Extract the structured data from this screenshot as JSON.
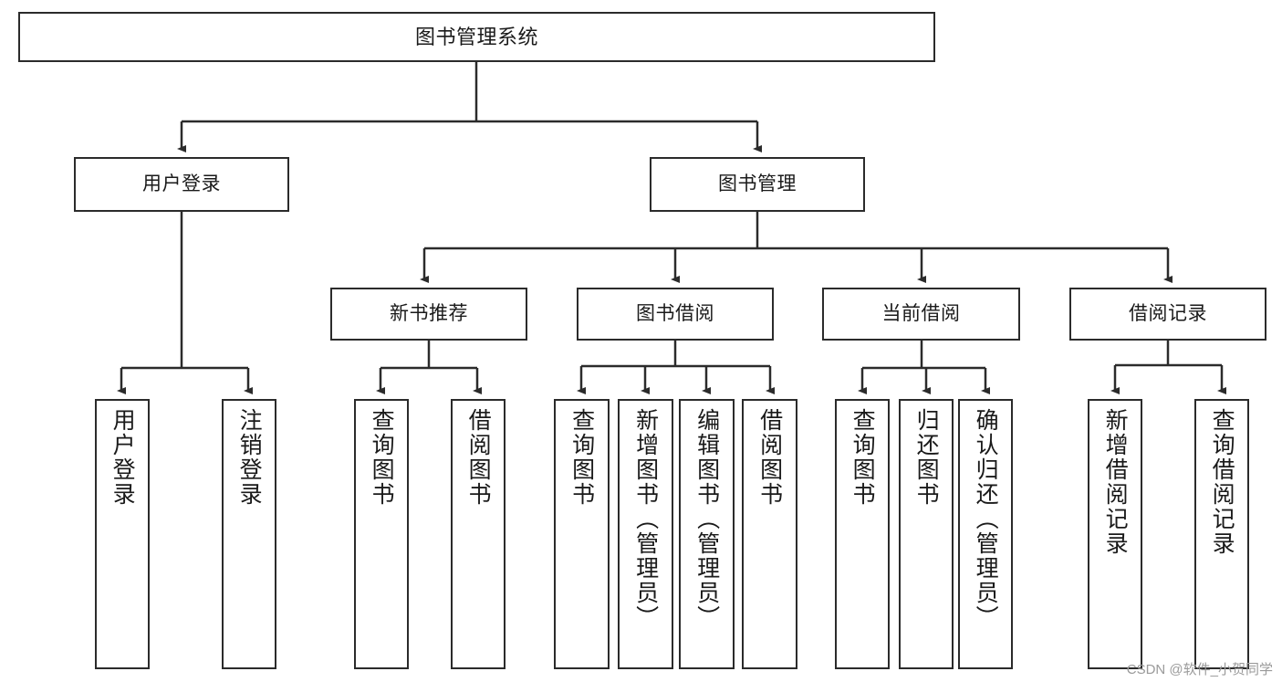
{
  "diagram": {
    "type": "tree-hierarchy",
    "title": "图书管理系统",
    "watermark": "CSDN @软件_小贺同学",
    "stroke_color": "#2b2b2b",
    "fill_color": "#ffffff",
    "nodes": {
      "root": {
        "label": "图书管理系统"
      },
      "user_login": {
        "label": "用户登录"
      },
      "book_manage": {
        "label": "图书管理"
      },
      "new_book_rec": {
        "label": "新书推荐"
      },
      "book_borrow": {
        "label": "图书借阅"
      },
      "current_borrow": {
        "label": "当前借阅"
      },
      "borrow_record": {
        "label": "借阅记录"
      },
      "leaf_login": {
        "label": "用户登录"
      },
      "leaf_logout": {
        "label": "注销登录"
      },
      "leaf_query_book_a": {
        "label": "查询图书"
      },
      "leaf_borrow_book_a": {
        "label": "借阅图书"
      },
      "leaf_query_book_b": {
        "label": "查询图书"
      },
      "leaf_add_book": {
        "label": "新增图书（管理员）"
      },
      "leaf_edit_book": {
        "label": "编辑图书（管理员）"
      },
      "leaf_borrow_book_b": {
        "label": "借阅图书"
      },
      "leaf_query_book_c": {
        "label": "查询图书"
      },
      "leaf_return_book": {
        "label": "归还图书"
      },
      "leaf_confirm_return": {
        "label": "确认归还（管理员）"
      },
      "leaf_add_record": {
        "label": "新增借阅记录"
      },
      "leaf_query_record": {
        "label": "查询借阅记录"
      }
    }
  }
}
